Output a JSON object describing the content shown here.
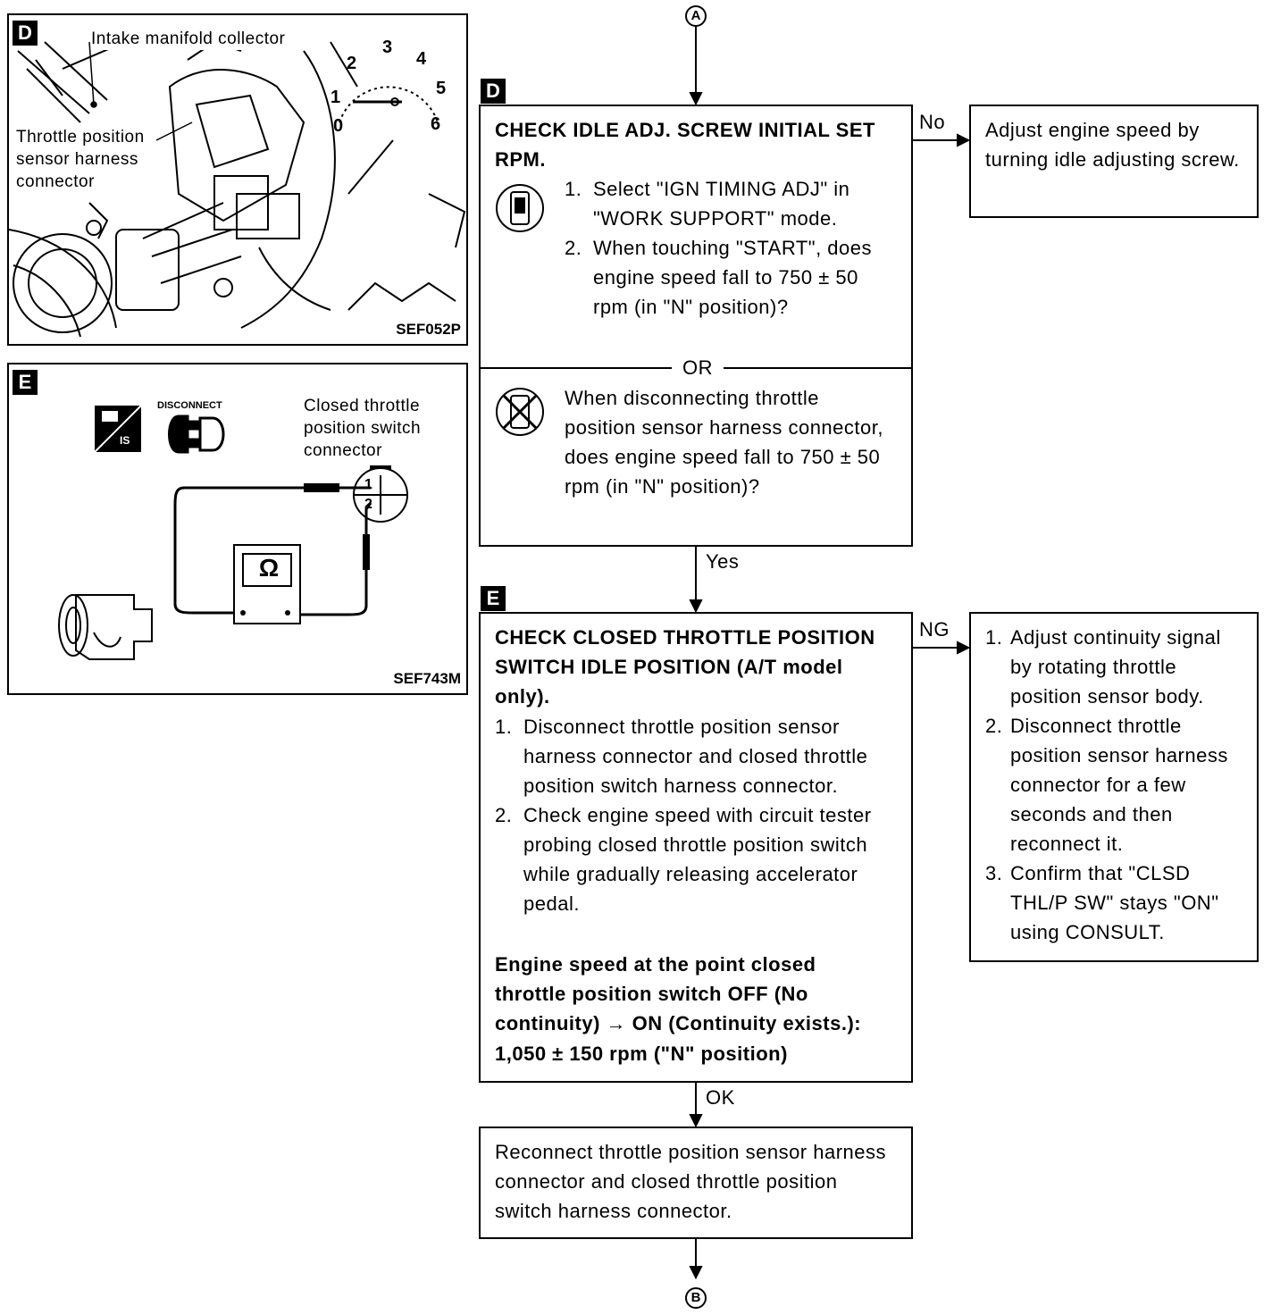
{
  "figure_d": {
    "tag": "D",
    "label_collector": "Intake manifold collector",
    "label_sensor": "Throttle position\nsensor harness\nconnector",
    "code": "SEF052P",
    "gauge_ticks": [
      "0",
      "1",
      "2",
      "3",
      "4",
      "5",
      "6"
    ]
  },
  "figure_e": {
    "tag": "E",
    "disconnect_label": "DISCONNECT",
    "ign_label": "IS",
    "label_switch": "Closed throttle\nposition switch\nconnector",
    "pin1": "1",
    "pin2": "2",
    "meter_symbol": "Ω",
    "code": "SEF743M"
  },
  "connectors": {
    "top": "A",
    "bottom": "B"
  },
  "step_d": {
    "tag": "D",
    "title": "CHECK IDLE ADJ. SCREW INITIAL SET RPM.",
    "items": [
      "Select \"IGN TIMING ADJ\" in \"WORK SUPPORT\" mode.",
      "When touching \"START\", does engine speed fall to 750 ± 50 rpm (in \"N\" position)?"
    ],
    "or": "OR",
    "alt_text": "When disconnecting throttle position sensor harness connector, does engine speed fall to 750 ± 50 rpm (in \"N\" position)?",
    "no_label": "No",
    "no_text": "Adjust engine speed by turning idle adjusting screw.",
    "yes_label": "Yes"
  },
  "step_e": {
    "tag": "E",
    "title": "CHECK CLOSED THROTTLE POSITION SWITCH IDLE POSITION (A/T model only).",
    "items": [
      "Disconnect throttle position sensor harness connector and closed throttle position switch harness connector.",
      "Check engine speed with circuit tester probing closed throttle position switch while gradually releasing accelerator pedal."
    ],
    "spec": "Engine speed at the point closed throttle position switch OFF (No continuity) → ON (Continuity exists.):",
    "spec_value": "1,050 ± 150 rpm (\"N\" position)",
    "ng_label": "NG",
    "ng_items": [
      "Adjust continuity signal by rotating throttle position sensor body.",
      "Disconnect throttle position sensor harness connector for a few seconds and then reconnect it.",
      "Confirm that \"CLSD THL/P SW\" stays \"ON\" using CONSULT."
    ],
    "ok_label": "OK"
  },
  "final_step": {
    "text": "Reconnect throttle position sensor harness connector and closed throttle position switch harness connector."
  }
}
